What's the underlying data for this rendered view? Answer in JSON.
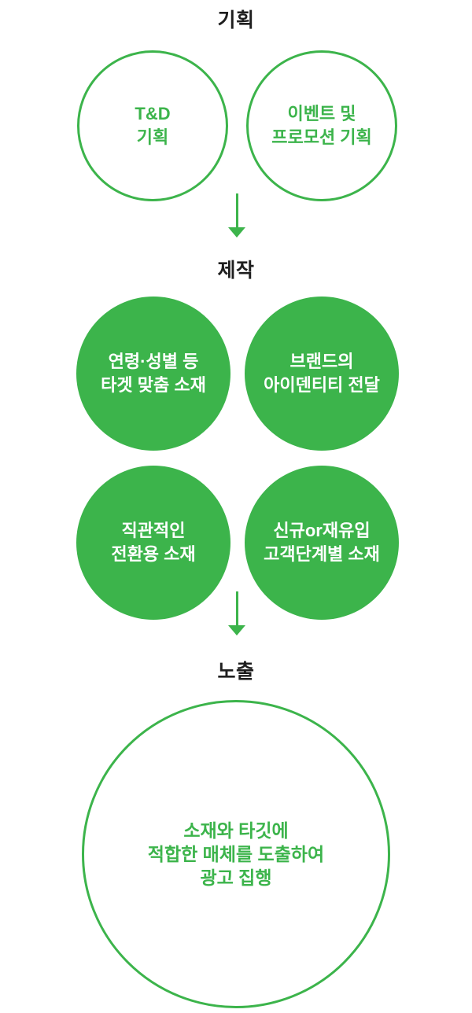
{
  "colors": {
    "green": "#3cb44b",
    "title_text": "#1e1e1e",
    "filled_circle_text": "#ffffff",
    "background": "#ffffff"
  },
  "sections": {
    "planning": {
      "title": "기획",
      "circles": [
        {
          "lines": [
            "T&D",
            "기획"
          ]
        },
        {
          "lines": [
            "이벤트 및",
            "프로모션 기획"
          ]
        }
      ]
    },
    "production": {
      "title": "제작",
      "circles": [
        {
          "lines": [
            "연령·성별 등",
            "타겟 맞춤 소재"
          ]
        },
        {
          "lines": [
            "브랜드의",
            "아이덴티티 전달"
          ]
        },
        {
          "lines": [
            "직관적인",
            "전환용 소재"
          ]
        },
        {
          "lines": [
            "신규or재유입",
            "고객단계별 소재"
          ]
        }
      ]
    },
    "exposure": {
      "title": "노출",
      "circle": {
        "lines": [
          "소재와 타깃에",
          "적합한 매체를 도출하여",
          "광고 집행"
        ]
      }
    }
  }
}
